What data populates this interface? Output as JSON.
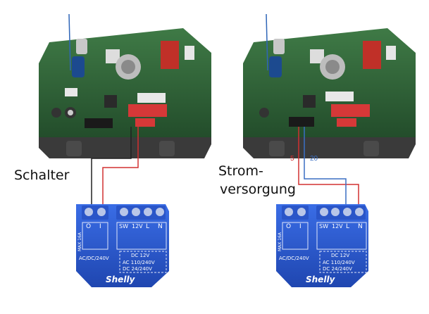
{
  "labels": {
    "left_caption": "Schalter",
    "right_caption_line1": "Strom-",
    "right_caption_line2": "versorgung",
    "wire_red_number": "5",
    "wire_blue_number": "20"
  },
  "shelly": {
    "brand": "Shelly",
    "terminals": [
      "O",
      "I",
      "SW",
      "12V",
      "L",
      "N"
    ],
    "side_text": "MAX 16A",
    "voltage_left": "AC/DC/240V",
    "voltage_12": "DC 12V",
    "voltage_ac": "AC 110/240V",
    "voltage_dc": "DC 24/240V"
  },
  "colors": {
    "pcb_green": "#2f6a3a",
    "shelly_blue": "#2f5fd6",
    "wire_red": "#d23030",
    "wire_blue": "#3a6fc4",
    "wire_black": "#222222"
  }
}
